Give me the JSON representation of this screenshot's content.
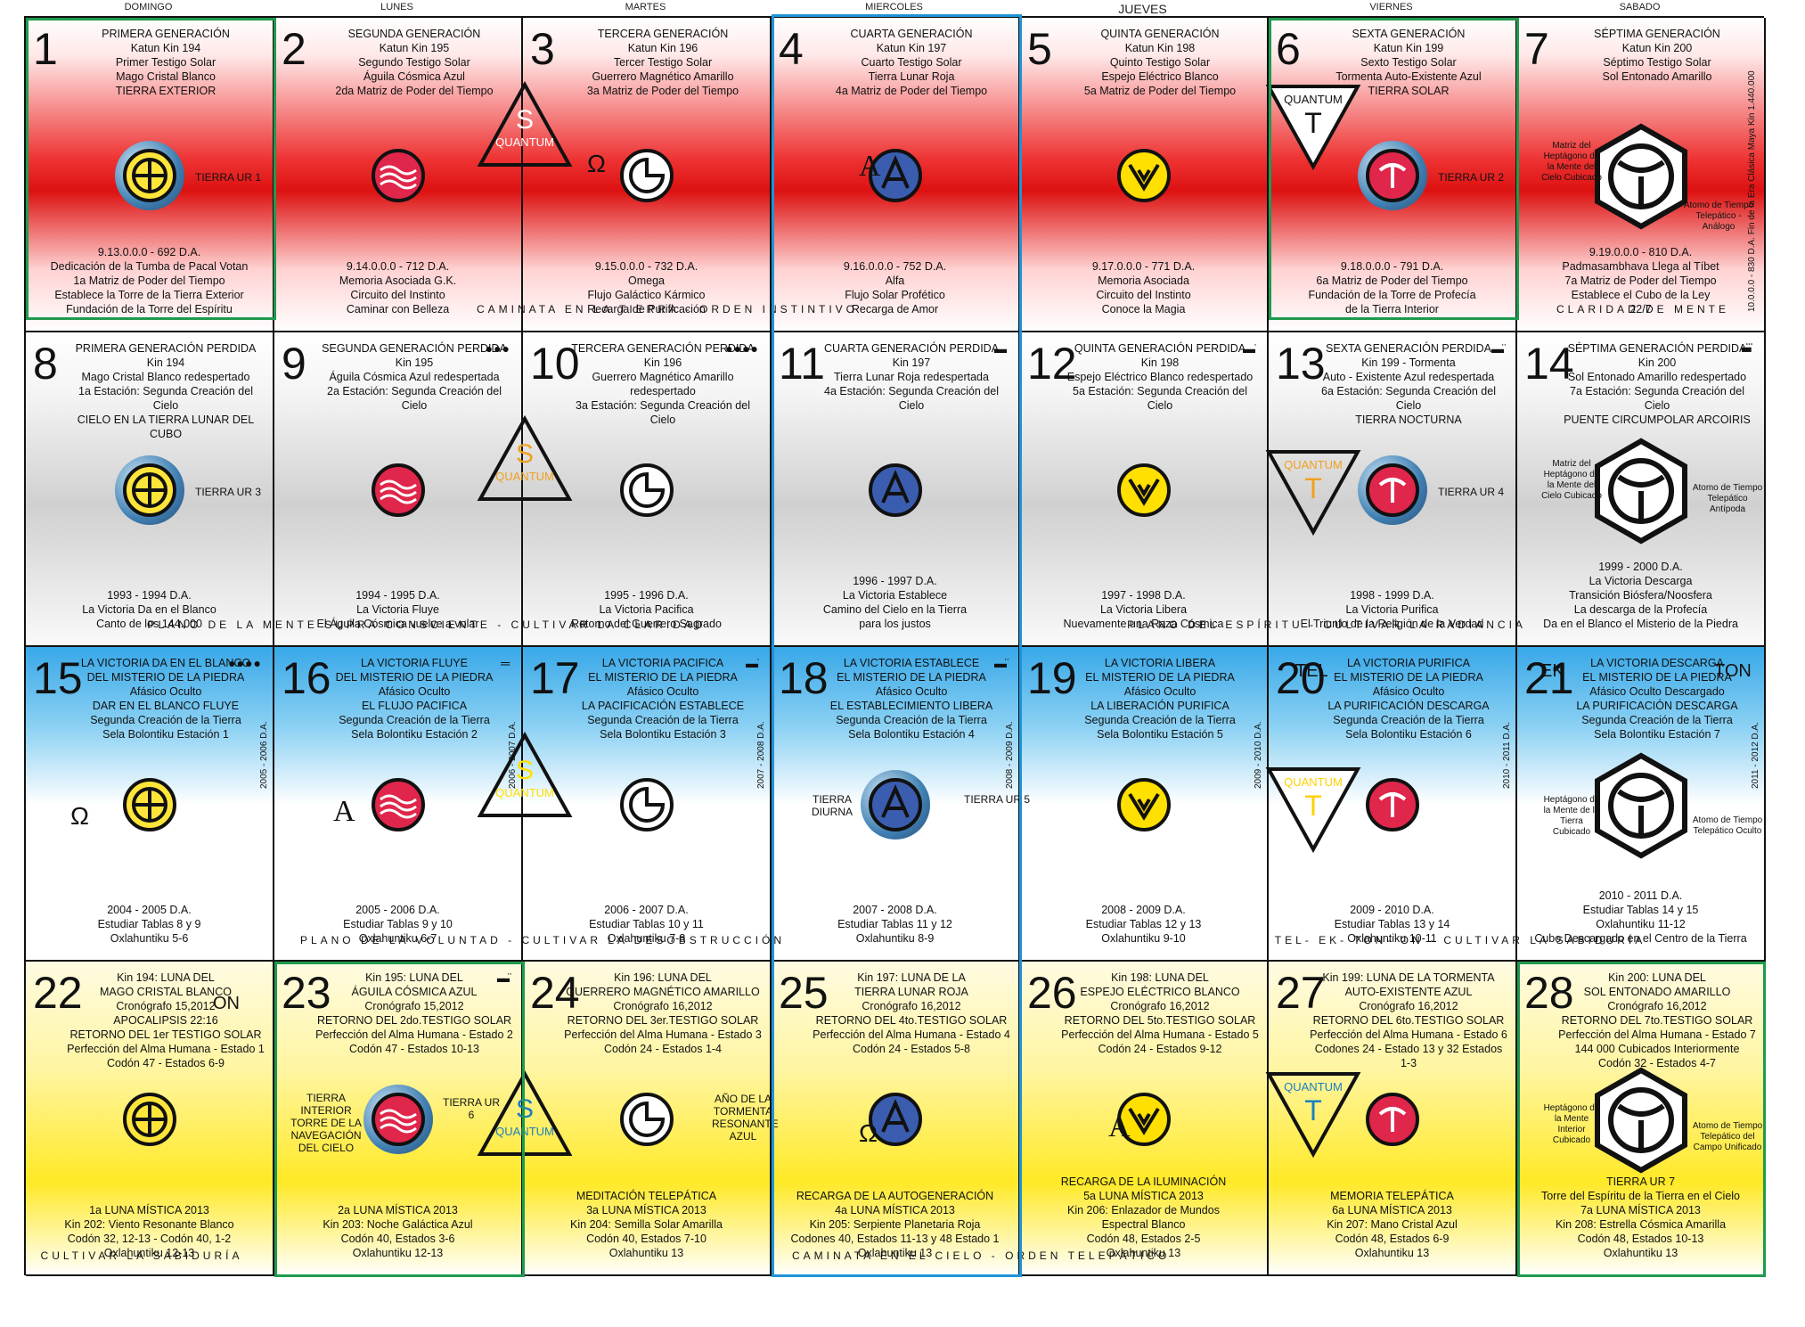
{
  "days": [
    "DOMINGO",
    "LUNES",
    "MARTES",
    "MIERCOLES",
    "JUEVES",
    "VIERNES",
    "SABADO"
  ],
  "bars": [
    "CAMINATA EN LA TIERRA - ORDEN INSTINTIVO",
    "PLANO DE LA MENTE SUPRA CONSCIENTE - CULTIVAR LA CLARIDAD",
    "PLANO DEL ESPÍRITU - CULTIVAR LA RADIANCIA",
    "PLANO DE LA VOLUNTAD - CULTIVAR LA DESOBSTRUCCIÓN",
    "TEL- EK- TON- ON - CULTIVAR LA SABIDURÍA",
    "CULTIVAR LA SABIDURÍA",
    "CAMINATA EN EL CIELO - ORDEN TELEPÁTICO",
    "CLARIDAD DE MENTE"
  ],
  "labels": {
    "quantum": "QUANTUM",
    "s": "S",
    "t": "T",
    "omega": "Ω",
    "alpha": "A",
    "tierra_diurna": "TIERRA DIURNA",
    "tierra_ur5": "TIERRA UR 5",
    "tierra_interior": "TIERRA INTERIOR TORRE DE LA NAVEGACIÓN DEL CIELO",
    "tierra_ur6": "TIERRA UR 6",
    "ano_tormenta": "AÑO DE LA TORMENTA RESONANTE AZUL",
    "tel": "TEL",
    "ek": "EK",
    "ton": "TON",
    "on": "ON",
    "side_vert_7": "10.0.0.0 - 830 D.A. Fin de la Era Clásica Maya Kin 1.440.000",
    "matriz7": "Matriz del Heptágono de la Mente del Cielo Cubicado",
    "atomo7": "Atomo de Tiempo Telepático - Análogo",
    "matriz14": "Matriz del Heptágono de la Mente del Cielo Cubicado",
    "atomo14": "Atomo de Tiempo Telepático Antípoda",
    "matriz21": "Heptágono de la Mente de la Tierra Cubicado",
    "atomo21": "Atomo de Tiempo Telepático Oculto",
    "matriz28": "Heptágono de la Mente Interior Cubicado",
    "atomo28": "Atomo de Tiempo Telepático del Campo Unificado",
    "y15": "2005 - 2006 D.A.",
    "y16": "2006 - 2007 D.A.",
    "y17": "2007 - 2008 D.A.",
    "y18": "2008 - 2009 D.A.",
    "y19": "2009 - 2010 D.A.",
    "y20": "2010 - 2011 D.A.",
    "y21": "2011 - 2012 D.A."
  },
  "cells": [
    {
      "n": "1",
      "head": "PRIMERA GENERACIÓN\nKatun Kin 194\nPrimer Testigo Solar\nMago Cristal Blanco\nTIERRA EXTERIOR",
      "side": "TIERRA UR 1",
      "foot": "9.13.0.0.0 - 692 D.A.\nDedicación de la Tumba de Pacal Votan\n1a Matriz de Poder del Tiempo\nEstablece la Torre de la Tierra Exterior\nFundación de la Torre del Espíritu",
      "glyph": "white",
      "earth": true
    },
    {
      "n": "2",
      "head": "SEGUNDA GENERACIÓN\nKatun Kin 195\nSegundo Testigo Solar\nÁguila Cósmica Azul\n2da Matriz de Poder del Tiempo",
      "foot": "9.14.0.0.0 - 712 D.A.\nMemoria  Asociada G.K.\nCircuito del Instinto\nCaminar con Belleza",
      "glyph": "red"
    },
    {
      "n": "3",
      "head": "TERCERA GENERACIÓN\nKatun Kin 196\nTercer Testigo Solar\nGuerrero Magnético Amarillo\n3a Matriz de Poder del Tiempo",
      "foot": "9.15.0.0.0 - 732 D.A.\nOmega\nFlujo Galáctico Kármico\nRecarga de Purificación",
      "glyph": "whiteB"
    },
    {
      "n": "4",
      "head": "CUARTA GENERACIÓN\nKatun Kin 197\nCuarto Testigo Solar\nTierra Lunar Roja\n4a Matriz de Poder del Tiempo",
      "foot": "9.16.0.0.0 - 752 D.A.\nAlfa\nFlujo Solar Profético\nRecarga de Amor",
      "glyph": "blue"
    },
    {
      "n": "5",
      "head": "QUINTA GENERACIÓN\nKatun Kin 198\nQuinto Testigo Solar\nEspejo Eléctrico Blanco\n5a Matriz de Poder del Tiempo",
      "foot": "9.17.0.0.0 - 771 D.A.\nMemoria Asociada\nCircuito del Instinto\nConoce la Magia",
      "glyph": "yellow"
    },
    {
      "n": "6",
      "head": "SEXTA GENERACIÓN\nKatun Kin 199\nSexto Testigo Solar\nTormenta Auto-Existente Azul\nTIERRA SOLAR",
      "side": "TIERRA UR 2",
      "foot": "9.18.0.0.0 - 791 D.A.\n6a Matriz de Poder del Tiempo\nFundación de la Torre de Profecía\nde la Tierra Interior",
      "glyph": "redT",
      "earth": true
    },
    {
      "n": "7",
      "head": "SÉPTIMA GENERACIÓN\nKatun Kin 200\nSéptimo Testigo Solar\nSol  Entonado Amarillo",
      "foot": "9.19.0.0.0 - 810 D.A.\nPadmasambhava Llega al Tíbet\n7a Matriz de Poder del Tiempo\nEstablece el Cubo de la Ley\n22/7",
      "hex": true
    },
    {
      "n": "8",
      "head": "PRIMERA GENERACIÓN PERDIDA\nKin 194\nMago Cristal Blanco redespertado\n1a Estación: Segunda Creación del Cielo\nCIELO EN LA TIERRA LUNAR DEL CUBO",
      "side": "TIERRA UR 3",
      "foot": "1993 - 1994 D.A.\nLa Victoria Da en el Blanco\nCanto de los 144.000",
      "glyph": "white",
      "earth": true
    },
    {
      "n": "9",
      "head": "SEGUNDA GENERACIÓN PERDIDA\nKin 195\nÁguila Cósmica Azul redespertada\n2a Estación: Segunda Creación del Cielo",
      "foot": "1994 - 1995 D.A.\nLa Victoria Fluye\nEl Águila Cósmica vuelve a volar",
      "glyph": "red",
      "dots": "●●●"
    },
    {
      "n": "10",
      "head": "TERCERA GENERACIÓN PERDIDA\nKin 196\nGuerrero Magnético Amarillo\nredespertado\n3a Estación: Segunda Creación del Cielo",
      "foot": "1995 - 1996 D.A.\nLa Victoria Pacifica\nRetorno del Guerrero Sagrado",
      "glyph": "whiteB",
      "dots": "●●●●"
    },
    {
      "n": "11",
      "head": "CUARTA GENERACIÓN PERDIDA\nKin 197\nTierra Lunar Roja redespertada\n4a Estación: Segunda Creación del Cielo",
      "foot": "1996 - 1997 D.A.\nLa Victoria Establece\nCamino del Cielo en la Tierra\npara los justos",
      "glyph": "blue",
      "dots": "▬"
    },
    {
      "n": "12",
      "head": "QUINTA GENERACIÓN PERDIDA\nKin 198\nEspejo Eléctrico Blanco redespertado\n5a Estación: Segunda Creación del Cielo",
      "foot": "1997 - 1998 D.A.\nLa Victoria Libera\nNuevamente una Raza Cósmica",
      "glyph": "yellow",
      "dots": "▬̇"
    },
    {
      "n": "13",
      "head": "SEXTA GENERACIÓN PERDIDA\nKin 199 - Tormenta\nAuto - Existente Azul redespertada\n6a Estación: Segunda Creación del Cielo\nTIERRA NOCTURNA",
      "side": "TIERRA UR 4",
      "foot": "1998 - 1999 D.A.\nLa Victoria Purifica\nEl Triunfo de la Religión de la Verdad",
      "glyph": "redT",
      "earth": true,
      "dots": "▬̈"
    },
    {
      "n": "14",
      "head": "SÉPTIMA GENERACIÓN PERDIDA\nKin 200\nSol Entonado Amarillo redespertado\n7a Estación: Segunda Creación del Cielo\nPUENTE CIRCUMPOLAR ARCOIRIS",
      "foot": "1999 - 2000 D.A.\nLa Victoria Descarga\nTransición Biósfera/Noosfera\nLa descarga de la Profecía\nDa en el Blanco el Misterio de la Piedra",
      "hex": true,
      "dots": "▬⃛"
    },
    {
      "n": "15",
      "head": "LA VICTORIA DA EN EL BLANCO\nDEL MISTERIO DE LA PIEDRA\nAfásico Oculto\nDAR EN EL BLANCO FLUYE\nSegunda Creación de la Tierra\nSela Bolontiku Estación 1",
      "foot": "2004 - 2005 D.A.\nEstudiar Tablas 8 y 9\nOxlahuntiku 5-6",
      "glyph": "white",
      "dots": "●●●●"
    },
    {
      "n": "16",
      "head": "LA VICTORIA FLUYE\nDEL MISTERIO DE LA PIEDRA\nAfásico Oculto\nEL FLUJO PACIFICA\nSegunda Creación de la Tierra\nSela Bolontiku Estación 2",
      "foot": "2005 - 2006 D.A.\nEstudiar Tablas 9 y 10\nOxlahuntiku 6-7",
      "glyph": "red",
      "dots": "═"
    },
    {
      "n": "17",
      "head": "LA VICTORIA PACIFICA\nEL MISTERIO DE LA PIEDRA\nAfásico Oculto\nLA PACIFICACIÓN ESTABLECE\nSegunda Creación de la Tierra\nSela Bolontiku Estación 3",
      "foot": "2006 - 2007 D.A.\nEstudiar Tablas 10 y 11\nOxlahuntiku 7-8",
      "glyph": "whiteB",
      "dots": "▬̇"
    },
    {
      "n": "18",
      "head": "LA VICTORIA ESTABLECE\nEL MISTERIO DE LA PIEDRA\nAfásico Oculto\nEL ESTABLECIMIENTO LIBERA\nSegunda Creación de la Tierra\nSela Bolontiku Estación 4",
      "foot": "2007 - 2008 D.A.\nEstudiar Tablas 11 y 12\nOxlahuntiku 8-9",
      "glyph": "blue",
      "earth": true,
      "dots": "▬̈"
    },
    {
      "n": "19",
      "head": "LA VICTORIA LIBERA\nEL MISTERIO DE LA PIEDRA\nAfásico Oculto\nLA LIBERACIÓN PURIFICA\nSegunda Creación de la Tierra\nSela Bolontiku Estación 5",
      "foot": "2008 - 2009 D.A.\nEstudiar Tablas 12 y 13\nOxlahuntiku 9-10",
      "glyph": "yellow"
    },
    {
      "n": "20",
      "head": "LA VICTORIA PURIFICA\nEL MISTERIO DE LA PIEDRA\nAfásico Oculto\nLA PURIFICACIÓN DESCARGA\nSegunda Creación de la Tierra\nSela Bolontiku Estación 6",
      "foot": "2009 - 2010 D.A.\nEstudiar Tablas 13 y 14\nOxlahuntiku 10-11",
      "glyph": "redT"
    },
    {
      "n": "21",
      "head": "LA VICTORIA DESCARGA\nEL MISTERIO DE LA PIEDRA\nAfásico Oculto Descargado\nLA PURIFICACIÓN DESCARGA\nSegunda Creación de la Tierra\nSela Bolontiku Estación 7",
      "foot": "2010 - 2011 D.A.\nEstudiar Tablas 14 y 15\nOxlahuntiku 11-12\nCubo Descargado en el Centro de la Tierra",
      "hex": true
    },
    {
      "n": "22",
      "head": "Kin 194: LUNA DEL\nMAGO CRISTAL BLANCO\nCronógrafo 15,2012\nAPOCALIPSIS 22:16\nRETORNO DEL 1er TESTIGO SOLAR\nPerfección del Alma Humana - Estado 1\nCodón 47 - Estados 6-9",
      "foot": "1a LUNA MÍSTICA 2013\nKin 202: Viento Resonante Blanco\nCodón 32, 12-13 - Codón 40, 1-2\nOxlahuntiku 12-13",
      "glyph": "white"
    },
    {
      "n": "23",
      "head": "Kin 195: LUNA DEL\nÁGUILA CÓSMICA AZUL\nCronógrafo 15,2012\nRETORNO DEL 2do.TESTIGO SOLAR\nPerfección del Alma Humana - Estado 2\nCodón 47 - Estados 10-13",
      "foot": "2a LUNA MÍSTICA 2013\nKin 203: Noche Galáctica Azul\nCodón 40, Estados 3-6\nOxlahuntiku 12-13",
      "glyph": "red",
      "earth": true,
      "dots": "▬̈"
    },
    {
      "n": "24",
      "head": "Kin 196: LUNA DEL\nGUERRERO MAGNÉTICO AMARILLO\nCronógrafo 16,2012\nRETORNO DEL 3er.TESTIGO SOLAR\nPerfección del Alma Humana - Estado 3\nCodón 24 - Estados 1-4",
      "foot": "MEDITACIÓN TELEPÁTICA\n3a LUNA MÍSTICA 2013\nKin 204: Semilla Solar Amarilla\nCodón 40,  Estados 7-10\nOxlahuntiku 13",
      "glyph": "whiteB"
    },
    {
      "n": "25",
      "head": "Kin 197: LUNA DE LA\nTIERRA LUNAR ROJA\nCronógrafo 16,2012\nRETORNO DEL 4to.TESTIGO SOLAR\nPerfección del Alma Humana - Estado 4\nCodón 24 - Estados 5-8",
      "foot": "RECARGA DE LA AUTOGENERACIÓN\n4a LUNA MÍSTICA 2013\nKin 205: Serpiente Planetaria Roja\nCodones 40, Estados 11-13 y 48 Estado 1\nOxlahuntiku 13",
      "glyph": "blue"
    },
    {
      "n": "26",
      "head": "Kin 198: LUNA DEL\nESPEJO ELÉCTRICO BLANCO\nCronógrafo 16,2012\nRETORNO DEL 5to.TESTIGO SOLAR\nPerfección del Alma Humana - Estado 5\nCodón 24 - Estados 9-12",
      "foot": "RECARGA DE LA ILUMINACIÓN\n5a LUNA MÍSTICA 2013\nKin 206: Enlazador de Mundos\nEspectral Blanco\nCodón 48, Estados 2-5\nOxlahuntiku 13",
      "glyph": "yellow"
    },
    {
      "n": "27",
      "head": "Kin 199: LUNA DE LA TORMENTA\nAUTO-EXISTENTE AZUL\nCronógrafo 16,2012\nRETORNO DEL 6to.TESTIGO SOLAR\nPerfección del Alma Humana - Estado 6\nCodones 24 - Estado 13 y 32 Estados 1-3",
      "foot": "MEMORIA TELEPÁTICA\n6a LUNA MÍSTICA 2013\nKin 207: Mano Cristal Azul\nCodón 48, Estados 6-9\nOxlahuntiku 13",
      "glyph": "redT"
    },
    {
      "n": "28",
      "head": "Kin 200: LUNA DEL\nSOL ENTONADO AMARILLO\nCronógrafo 16,2012\nRETORNO DEL 7to.TESTIGO SOLAR\nPerfección del Alma Humana - Estado 7\n144 000 Cubicados Interiormente\nCodón 32 - Estados 4-7",
      "foot": "TIERRA UR 7\nTorre del Espíritu de la Tierra en el Cielo\n7a LUNA MÍSTICA 2013\nKin 208: Estrella Cósmica Amarilla\nCodón 48, Estados 10-13\nOxlahuntiku 13",
      "hex": true
    }
  ]
}
